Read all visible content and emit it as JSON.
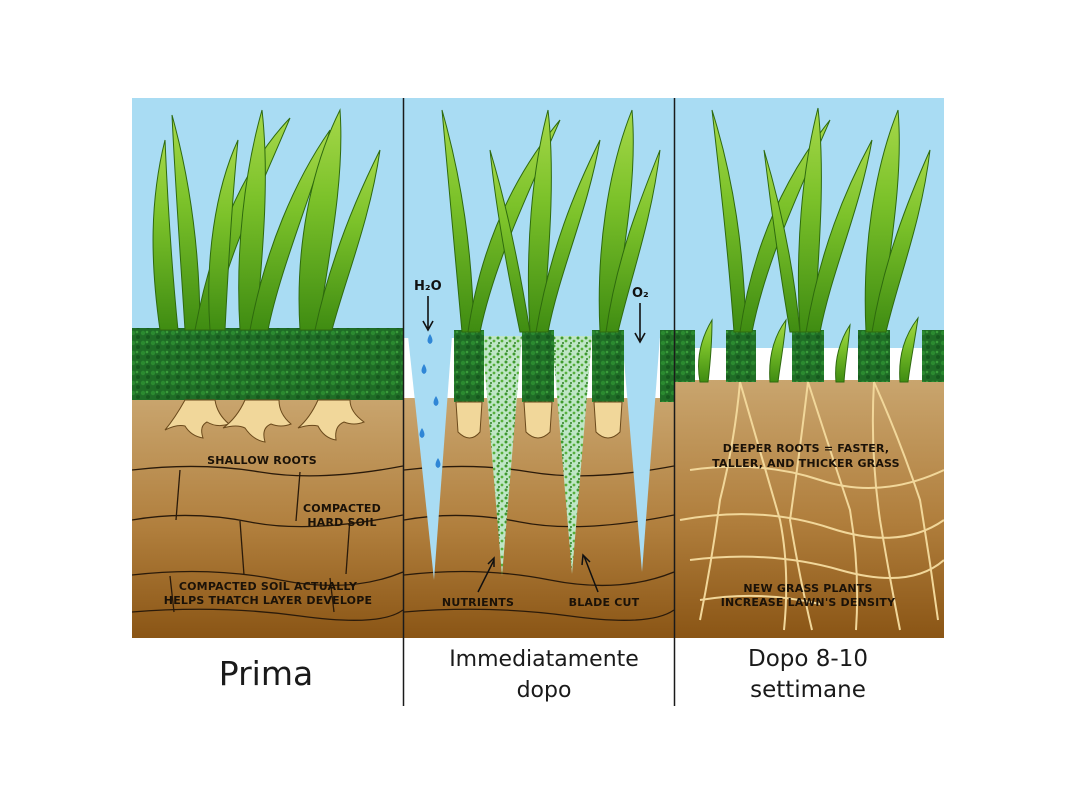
{
  "panels": [
    {
      "caption_lines": [
        "Prima"
      ],
      "labels": {
        "shallow_roots": "SHALLOW ROOTS",
        "compacted_line1": "COMPACTED",
        "compacted_line2": "HARD SOIL",
        "thatch_line1": "COMPACTED SOIL ACTUALLY",
        "thatch_line2": "HELPS THATCH LAYER DEVELOPE"
      }
    },
    {
      "caption_lines": [
        "Immediatamente",
        "dopo"
      ],
      "labels": {
        "water": "H₂O",
        "oxygen": "O₂",
        "nutrients": "NUTRIENTS",
        "blade_cut": "BLADE CUT"
      }
    },
    {
      "caption_lines": [
        "Dopo 8-10",
        "settimane"
      ],
      "labels": {
        "deeper_line1": "DEEPER ROOTS = FASTER,",
        "deeper_line2": "TALLER, AND THICKER GRASS",
        "new_plants_line1": "NEW GRASS PLANTS",
        "new_plants_line2": "INCREASE LAWN'S DENSITY"
      }
    }
  ],
  "colors": {
    "sky": "#a9dcf3",
    "grass_light": "#8dcc2e",
    "grass_dark": "#3e8b12",
    "turf": "#1d6a25",
    "soil_top": "#c4a069",
    "soil_bottom": "#8f5a18",
    "roots": "#f1d79a",
    "nutrients": "#3f9a2e",
    "water": "#2f86d6"
  }
}
